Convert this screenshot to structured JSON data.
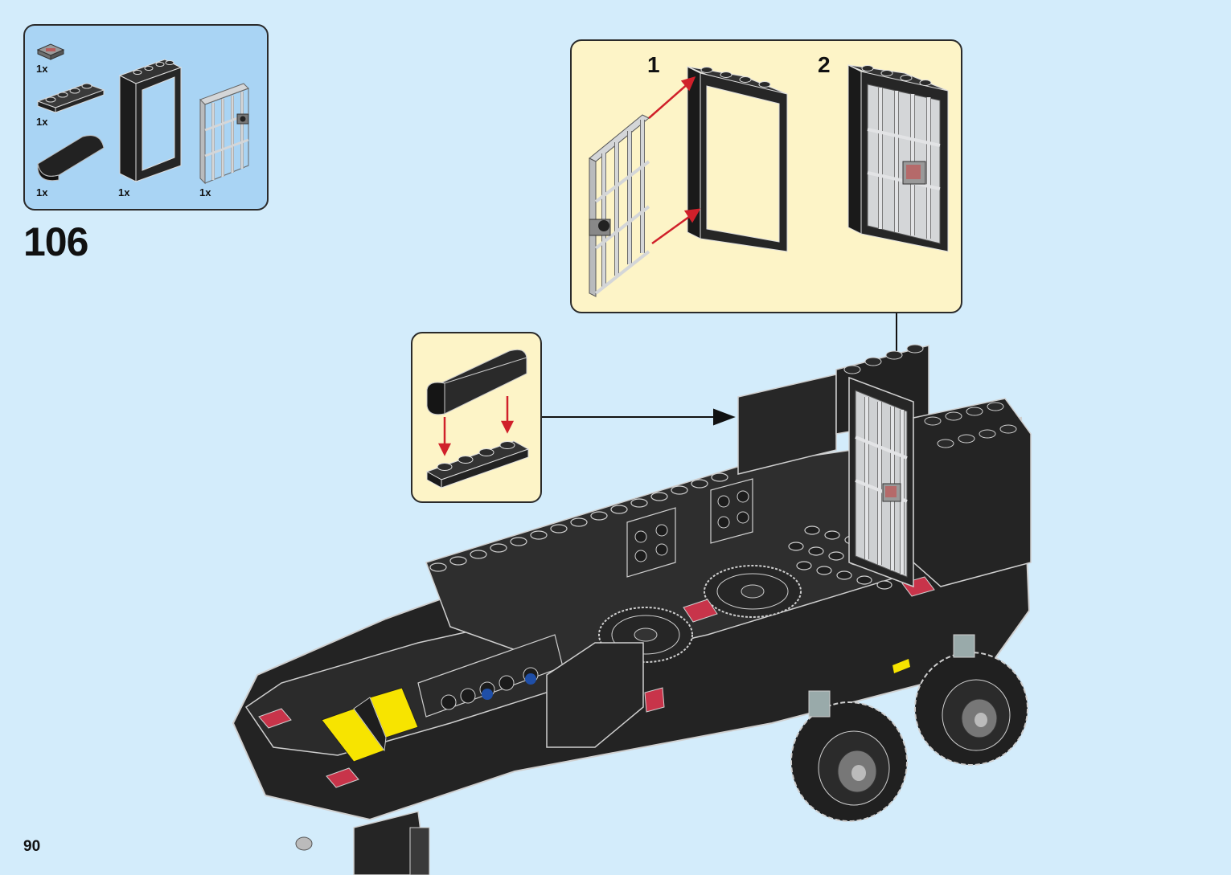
{
  "step": {
    "number": "106"
  },
  "page": {
    "number": "90"
  },
  "parts_list": {
    "items": [
      {
        "qty": "1x",
        "part": "tile-1x1-printed-icon"
      },
      {
        "qty": "1x",
        "part": "plate-1x4-icon"
      },
      {
        "qty": "1x",
        "part": "curved-slope-icon"
      },
      {
        "qty": "1x",
        "part": "door-frame-icon"
      },
      {
        "qty": "1x",
        "part": "bar-door-icon"
      }
    ]
  },
  "sub_assembly": {
    "steps": [
      {
        "label": "1"
      },
      {
        "label": "2"
      }
    ]
  },
  "colors": {
    "background": "#d3ecfb",
    "parts_panel": "#a9d4f4",
    "callout_panel": "#fdf4c7",
    "brick_black": "#2b2b2b",
    "brick_edge": "#cfcfcf",
    "door_grey": "#cfd1d3",
    "arrow_red": "#d0202a",
    "trans_red": "#c8344a",
    "yellow": "#f7e400"
  }
}
